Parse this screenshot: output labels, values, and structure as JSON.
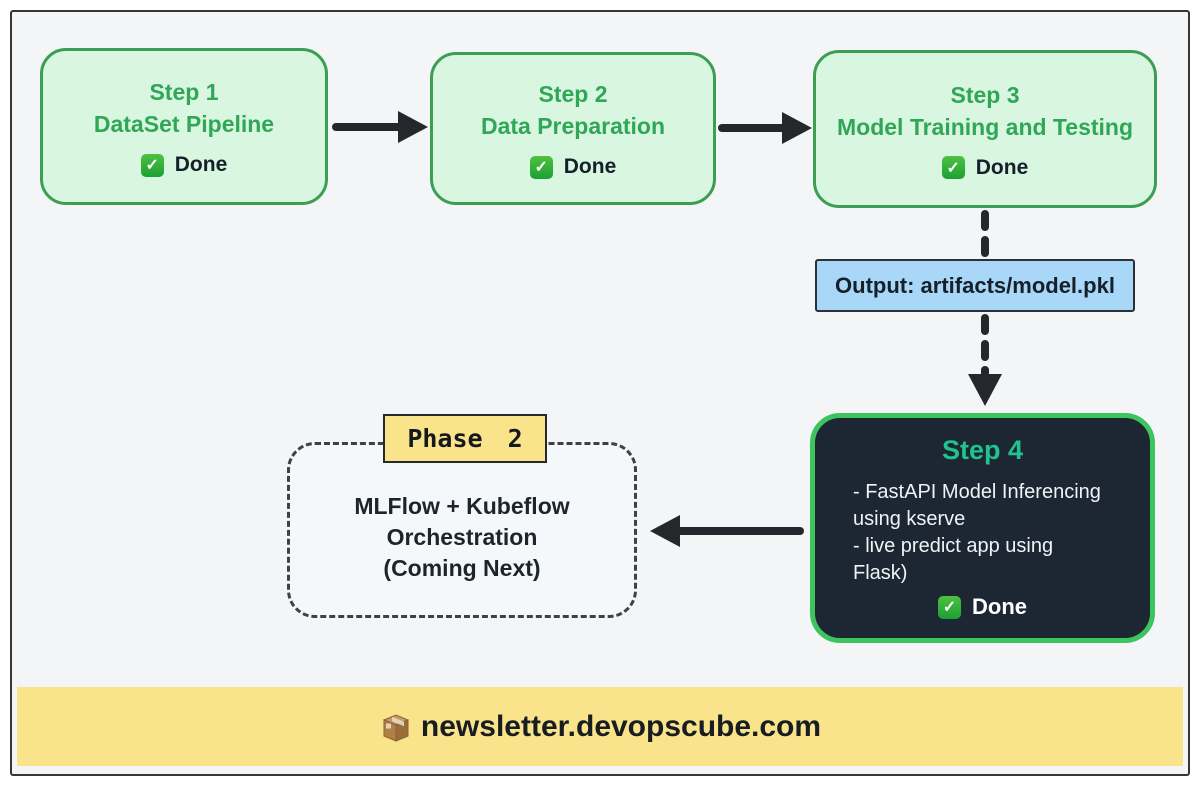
{
  "colors": {
    "frame_background": "#f3f5f7",
    "step_fill": "#d9f6e0",
    "step_border": "#3b9e52",
    "step_text": "#2fa757",
    "dark_box_background": "#1d2633",
    "dark_box_border": "#3ec45e",
    "step4_title": "#1fc38e",
    "output_fill": "#a9d7f8",
    "yellow_accent": "#f9e38b",
    "arrow": "#24282c",
    "check_green": "#1ba032"
  },
  "steps": [
    {
      "title": "Step 1",
      "subtitle": "DataSet Pipeline",
      "status": "Done"
    },
    {
      "title": "Step 2",
      "subtitle": "Data Preparation",
      "status": "Done"
    },
    {
      "title": "Step 3",
      "subtitle": "Model Training and Testing",
      "status": "Done"
    }
  ],
  "output_box": {
    "label": "Output: artifacts/model.pkl"
  },
  "step4": {
    "title": "Step 4",
    "lines": [
      "- FastAPI Model Inferencing",
      "using kserve",
      "- live predict app using",
      "Flask)"
    ],
    "status": "Done"
  },
  "phase2": {
    "label": "Phase 2",
    "lines": [
      "MLFlow + Kubeflow",
      "Orchestration",
      "(Coming Next)"
    ]
  },
  "footer": {
    "site": "newsletter.devopscube.com",
    "icon": "package-icon"
  }
}
